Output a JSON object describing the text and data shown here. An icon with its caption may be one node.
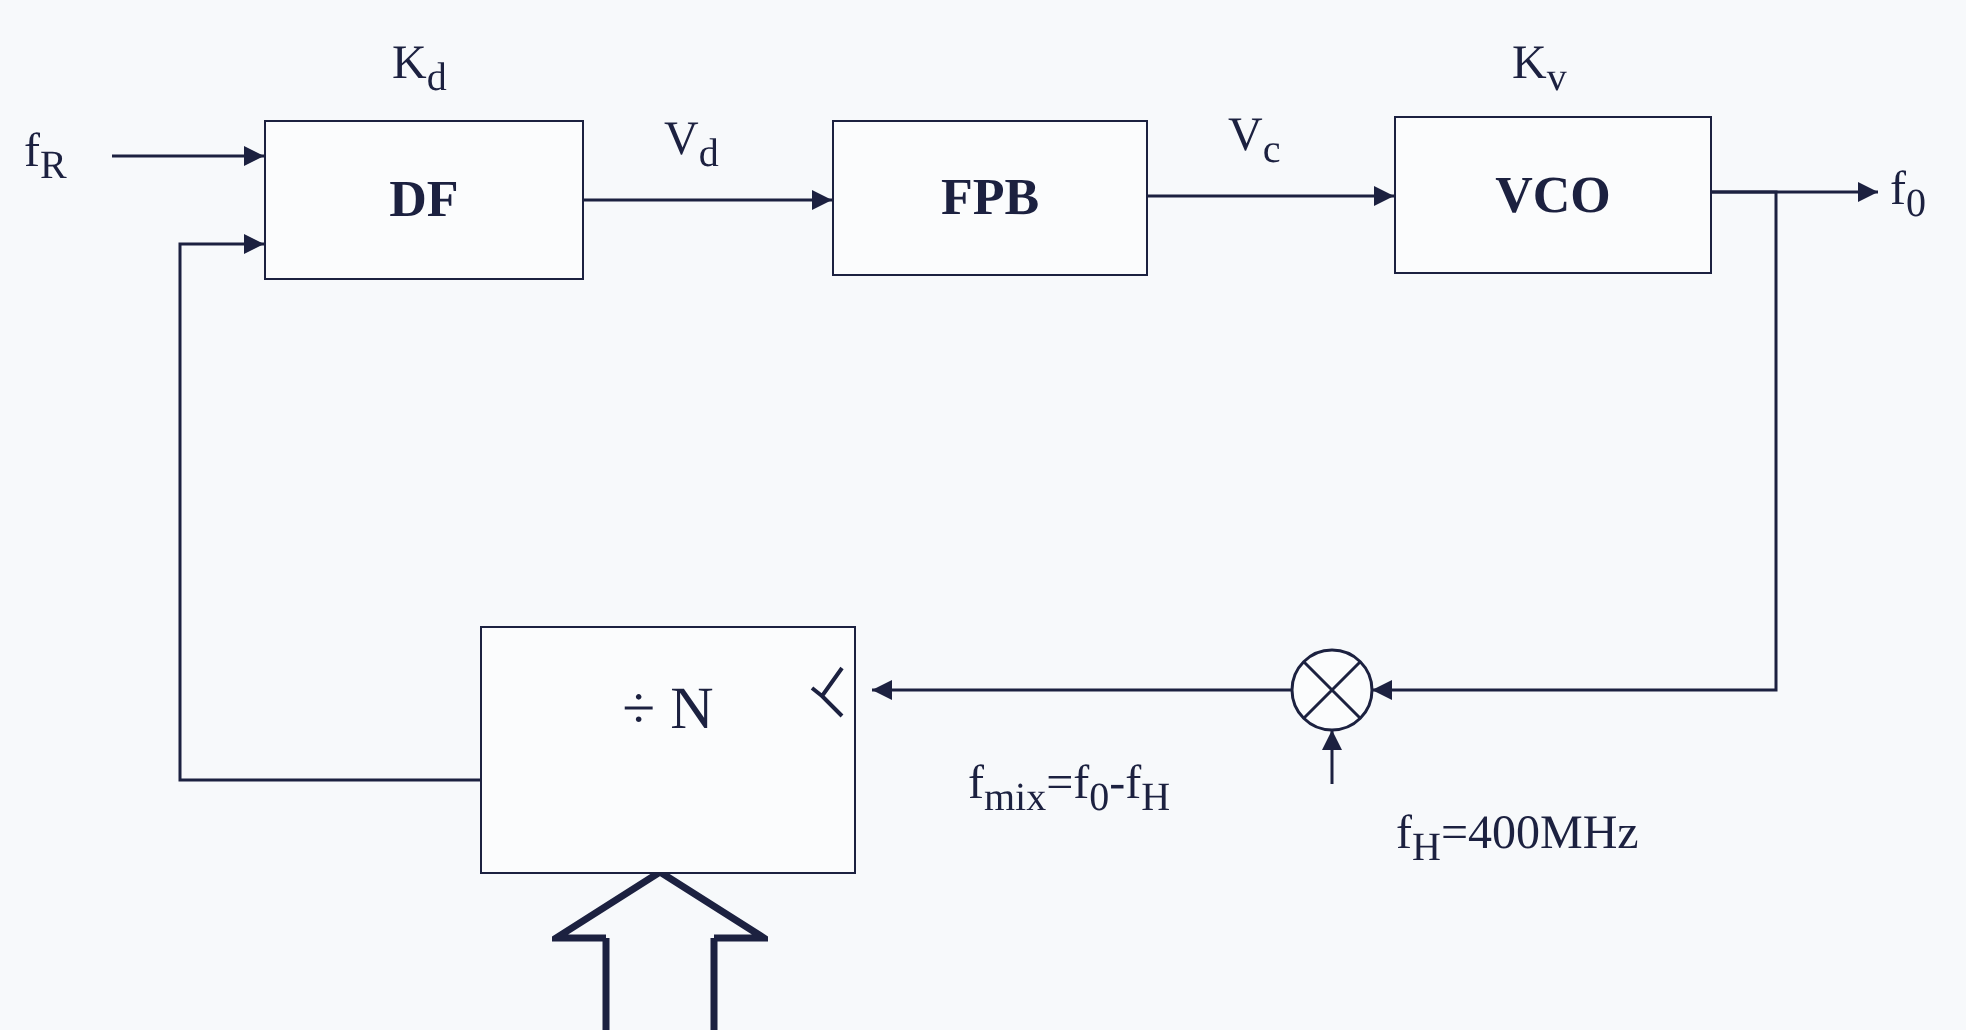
{
  "diagram": {
    "nodes": [
      {
        "text": [
          "f$_{R}$"
        ]
      },
      {
        "text": [
          "DF"
        ],
        "beside": [
          "K$_{d}$"
        ]
      },
      {
        "text": [
          "FPB"
        ]
      },
      {
        "text": [
          "VCO"
        ],
        "beside": [
          "K$_{v}$"
        ]
      },
      {
        "text": [
          "f$_{0}$"
        ]
      },
      {
        "text": [
          "÷ N"
        ]
      },
      {
        "text": [],
        "shape": "circle"
      }
    ],
    "edges": [
      {
        "from": 0,
        "to": 1,
        "arrow": "to"
      },
      {
        "from": 1,
        "to": 2,
        "arrow": "to",
        "label": "V$_{d}$"
      },
      {
        "from": 2,
        "to": 3,
        "arrow": "to",
        "label": "V$_{c}$"
      },
      {
        "from": 3,
        "to": 4,
        "arrow": "to"
      },
      {
        "from": 3,
        "to": 6,
        "arrow": "to"
      },
      {
        "from": 6,
        "to": 5,
        "arrow": "to",
        "label": "f$_{mix}$=f$_{0}$-f$_{H}$"
      },
      {
        "from": 5,
        "to": 1,
        "arrow": "to"
      },
      {
        "from": null,
        "to": 6,
        "arrow": "to"
      },
      {
        "from": null,
        "to": 5,
        "arrow": "to",
        "style": "thick"
      }
    ],
    "labels": [
      "f$_{H}$=400MHz"
    ]
  }
}
